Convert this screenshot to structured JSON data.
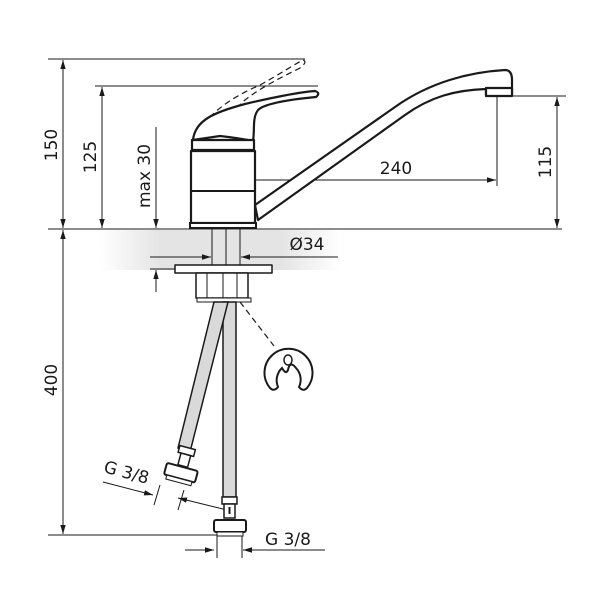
{
  "drawing": {
    "dimensions": {
      "total_height": "150",
      "lever_height": "125",
      "max_counter_thickness": "max 30",
      "spout_reach": "240",
      "spout_height": "115",
      "hole_diameter": "Ø34",
      "hose_length": "400",
      "hose_thread_left": "G 3/8",
      "hose_thread_bottom": "G 3/8"
    },
    "colors": {
      "line": "#1a1a1a",
      "hose_fill": "#d9d9d9",
      "counter_shade": "#e4e4e4"
    }
  }
}
